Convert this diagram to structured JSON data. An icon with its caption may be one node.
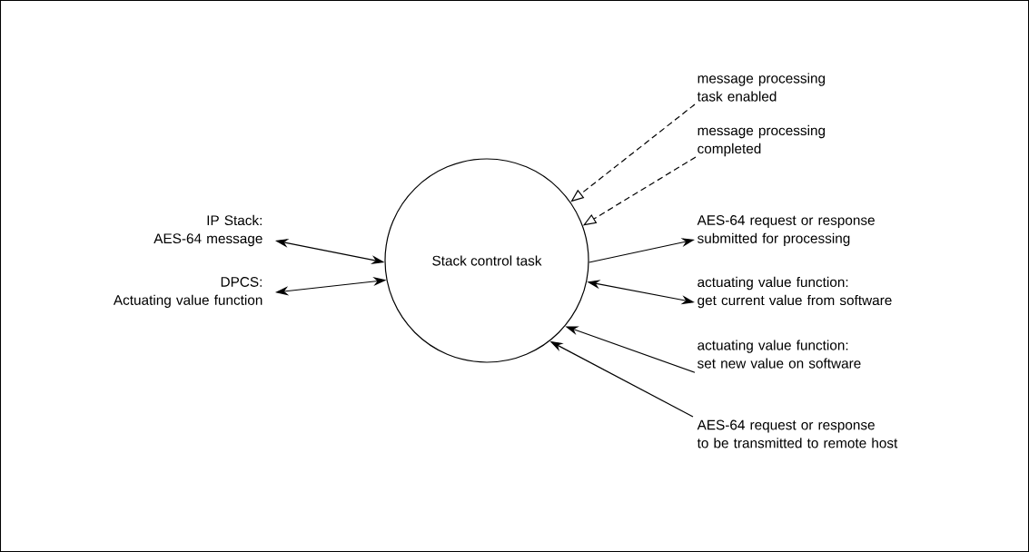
{
  "diagram": {
    "nodes": [
      {
        "text": [
          "Stack control task"
        ]
      },
      {
        "text": [
          "IP Stack: AES-64 message"
        ]
      },
      {
        "text": [
          "DPCS: Actuating value function"
        ]
      },
      {
        "text": [
          "message processing task enabled"
        ]
      },
      {
        "text": [
          "message processing completed"
        ]
      },
      {
        "text": [
          "AES-64 request or response submitted for processing"
        ]
      },
      {
        "text": [
          "actuating value function: get current value from software"
        ]
      },
      {
        "text": [
          "actuating value function: set new value on software"
        ]
      },
      {
        "text": [
          "AES-64 request or response to be transmitted to remote host"
        ]
      }
    ],
    "edges": [
      {
        "from": 1,
        "to": 0,
        "arrow": "both"
      },
      {
        "from": 2,
        "to": 0,
        "arrow": "both"
      },
      {
        "from": 3,
        "to": 0,
        "arrow": "to",
        "style": "dashed"
      },
      {
        "from": 4,
        "to": 0,
        "arrow": "to",
        "style": "dashed"
      },
      {
        "from": 0,
        "to": 5,
        "arrow": "to"
      },
      {
        "from": 6,
        "to": 0,
        "arrow": "both"
      },
      {
        "from": 7,
        "to": 0,
        "arrow": "to"
      },
      {
        "from": 8,
        "to": 0,
        "arrow": "to"
      }
    ]
  }
}
